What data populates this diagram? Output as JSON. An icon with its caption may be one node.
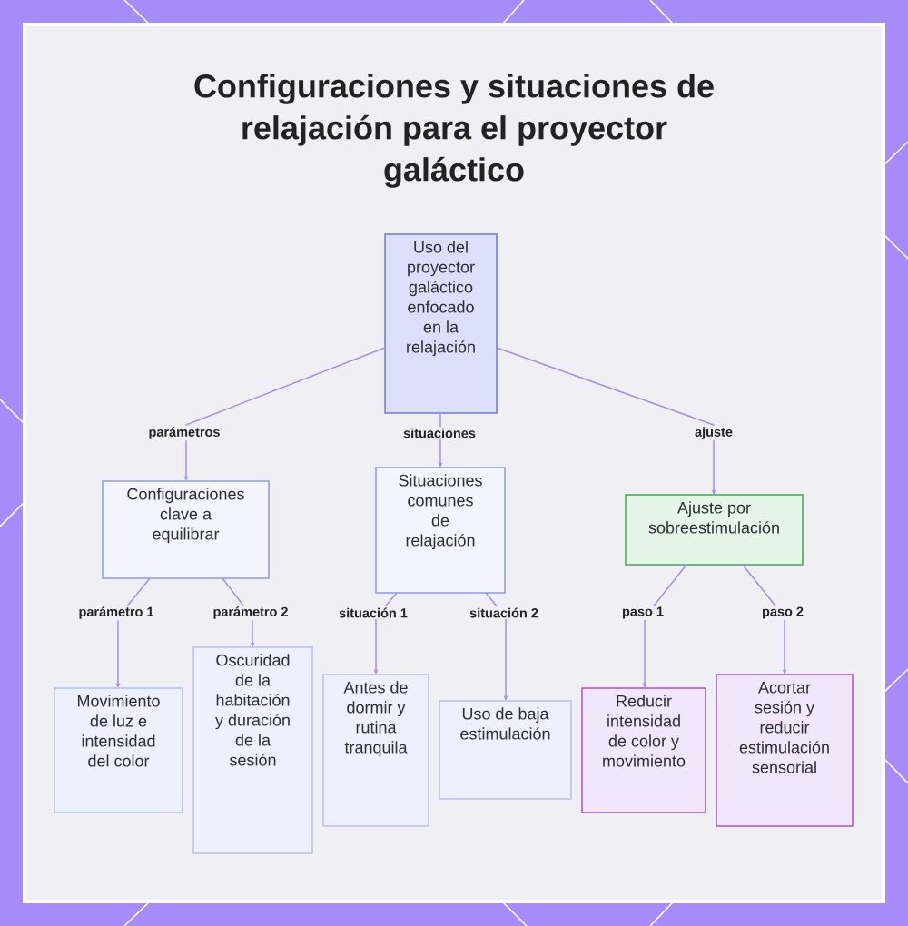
{
  "diagram": {
    "title": "Configuraciones y situaciones de relajación para el proyector galáctico",
    "nodes": [
      {
        "text": [
          "Uso del proyector galáctico enfocado en la relajación"
        ]
      },
      {
        "text": [
          "Configuraciones clave a equilibrar"
        ]
      },
      {
        "text": [
          "Situaciones comunes de relajación"
        ]
      },
      {
        "text": [
          "Ajuste por sobreestimulación"
        ]
      },
      {
        "text": [
          "Movimiento de luz e intensidad del color"
        ]
      },
      {
        "text": [
          "Oscuridad de la habitación y duración de la sesión"
        ]
      },
      {
        "text": [
          "Antes de dormir y rutina tranquila"
        ]
      },
      {
        "text": [
          "Uso de baja estimulación"
        ]
      },
      {
        "text": [
          "Reducir intensidad de color y movimiento"
        ]
      },
      {
        "text": [
          "Acortar sesión y reducir estimulación sensorial"
        ]
      }
    ],
    "edges": [
      {
        "from": 0,
        "to": 1,
        "arrow": "to",
        "label": "parámetros"
      },
      {
        "from": 0,
        "to": 2,
        "arrow": "to",
        "label": "situaciones"
      },
      {
        "from": 0,
        "to": 3,
        "arrow": "to",
        "label": "ajuste"
      },
      {
        "from": 1,
        "to": 4,
        "arrow": "to",
        "label": "parámetro 1"
      },
      {
        "from": 1,
        "to": 5,
        "arrow": "to",
        "label": "parámetro 2"
      },
      {
        "from": 2,
        "to": 6,
        "arrow": "to",
        "label": "situación 1"
      },
      {
        "from": 2,
        "to": 7,
        "arrow": "to",
        "label": "situación 2"
      },
      {
        "from": 3,
        "to": 8,
        "arrow": "to",
        "label": "paso 1"
      },
      {
        "from": 3,
        "to": 9,
        "arrow": "to",
        "label": "paso 2"
      }
    ]
  }
}
